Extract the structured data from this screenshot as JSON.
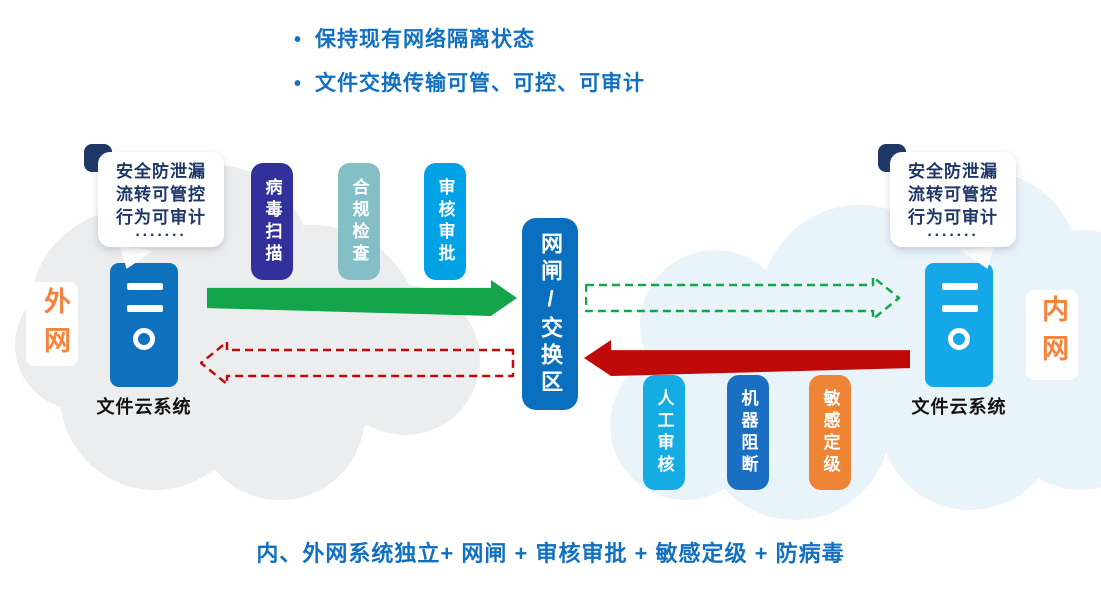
{
  "bullets": [
    {
      "label": "保持现有网络隔离状态"
    },
    {
      "label": "文件交换传输可管、可控、可审计"
    }
  ],
  "left_zone": {
    "network_label": "外网",
    "system_label": "文件云系统",
    "callout": {
      "lines": [
        "安全防泄漏",
        "流转可管控",
        "行为可审计"
      ],
      "dots": "·······"
    }
  },
  "right_zone": {
    "network_label": "内网",
    "system_label": "文件云系统",
    "callout": {
      "lines": [
        "安全防泄漏",
        "流转可管控",
        "行为可审计"
      ],
      "dots": "·······"
    }
  },
  "gateway": {
    "label": "网闸/交换区"
  },
  "outbound_pills": [
    "病毒扫描",
    "合规检查",
    "审核审批"
  ],
  "inbound_pills": [
    "人工审核",
    "机器阻断",
    "敏感定级"
  ],
  "footer": {
    "summary": "内、外网系统独立+ 网闸 + 审核审批 + 敏感定级 + 防病毒"
  },
  "colors": {
    "primary_text_blue": "#1270C0",
    "callout_navy": "#1F3767",
    "network_orange": "#F6833C",
    "green_arrow": "#14A54B",
    "red_arrow": "#C00A0A",
    "pill_virus_scan": "#32319B",
    "pill_compliance_check": "#84BFC7",
    "pill_review_approval": "#00A2E6",
    "pill_manual_review": "#15ACE4",
    "pill_machine_block": "#1B6FC2",
    "pill_sensitivity_grading": "#EE8435",
    "gateway_box": "#0B6FBF",
    "server_left": "#0E71BD",
    "server_right": "#14A8E8",
    "cloud_left": "#ECEDEE",
    "cloud_right": "#E9F3FA"
  }
}
